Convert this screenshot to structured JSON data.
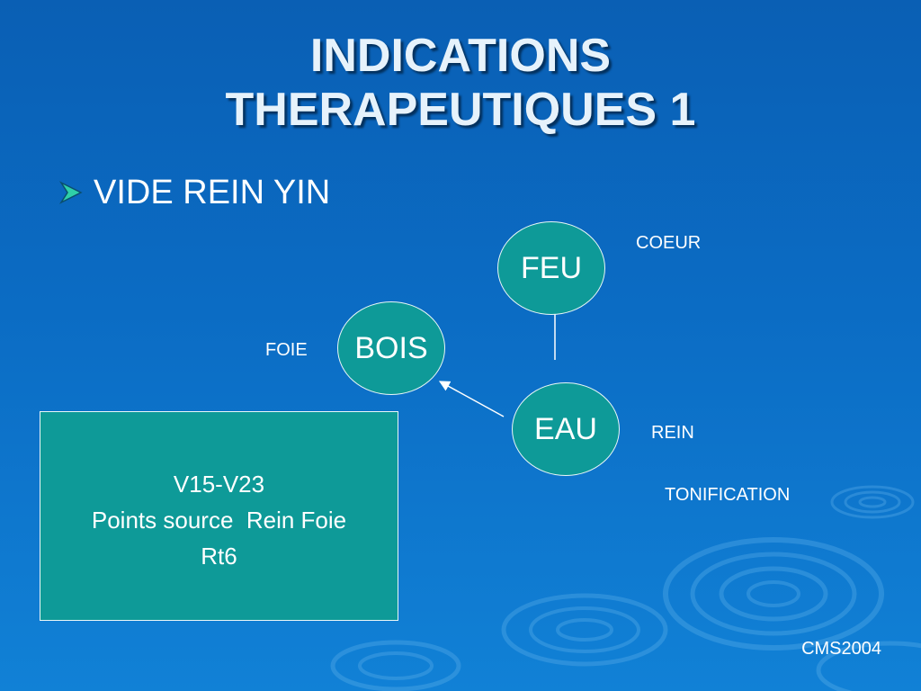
{
  "slide": {
    "title_line1": "INDICATIONS",
    "title_line2": "THERAPEUTIQUES 1",
    "bullet": "VIDE REIN YIN",
    "footer": "CMS2004"
  },
  "diagram": {
    "nodes": [
      {
        "id": "feu",
        "label": "FEU",
        "organ": "COEUR"
      },
      {
        "id": "bois",
        "label": "BOIS",
        "organ": "FOIE"
      },
      {
        "id": "eau",
        "label": "EAU",
        "organ": "REIN"
      }
    ],
    "edges": [
      {
        "from": "eau",
        "to": "feu"
      },
      {
        "from": "eau",
        "to": "bois"
      }
    ],
    "annotation": "TONIFICATION"
  },
  "points_box": {
    "line1": "V15-V23",
    "line2": "Points source  Rein Foie",
    "line3": "Rt6"
  },
  "colors": {
    "background": "#0b6cc4",
    "node_fill": "#0e9a98",
    "title_text": "#e6f2fb",
    "bullet_marker": "#2fd0a8"
  }
}
